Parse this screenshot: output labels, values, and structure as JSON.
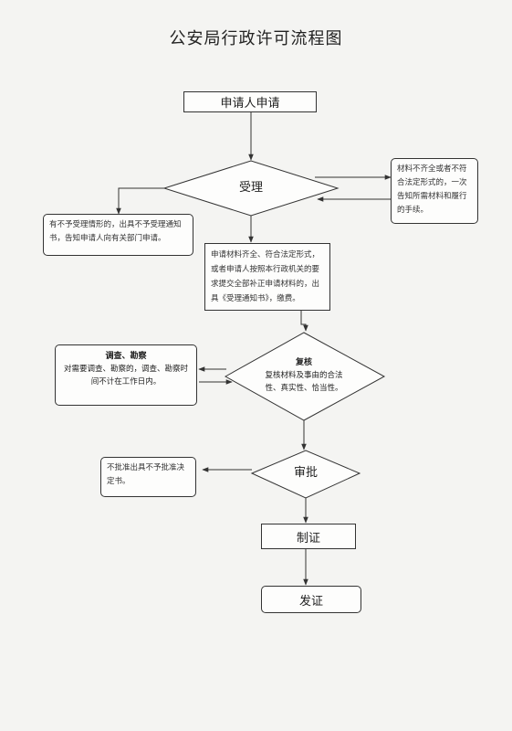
{
  "title": "公安局行政许可流程图",
  "nodes": {
    "apply": "申请人申请",
    "accept": "受理",
    "incomplete": "材料不齐全或者不符合法定形式的，一次告知所需材料和履行的手续。",
    "reject": "有不予受理情形的，出具不予受理通知书，告知申请人向有关部门申请。",
    "complete": "申请材料齐全、符合法定形式，或者申请人按照本行政机关的要求提交全部补正申请材料的，出具《受理通知书》，缴费。",
    "investigate_title": "调查、勘察",
    "investigate_body": "对需要调查、勘察的，调查、勘察时间不计在工作日内。",
    "review_title": "复核",
    "review_body": "复核材料及事由的合法性、真实性、恰当性。",
    "approve": "审批",
    "deny": "不批准出具不予批准决定书。",
    "certify": "制证",
    "issue": "发证"
  }
}
